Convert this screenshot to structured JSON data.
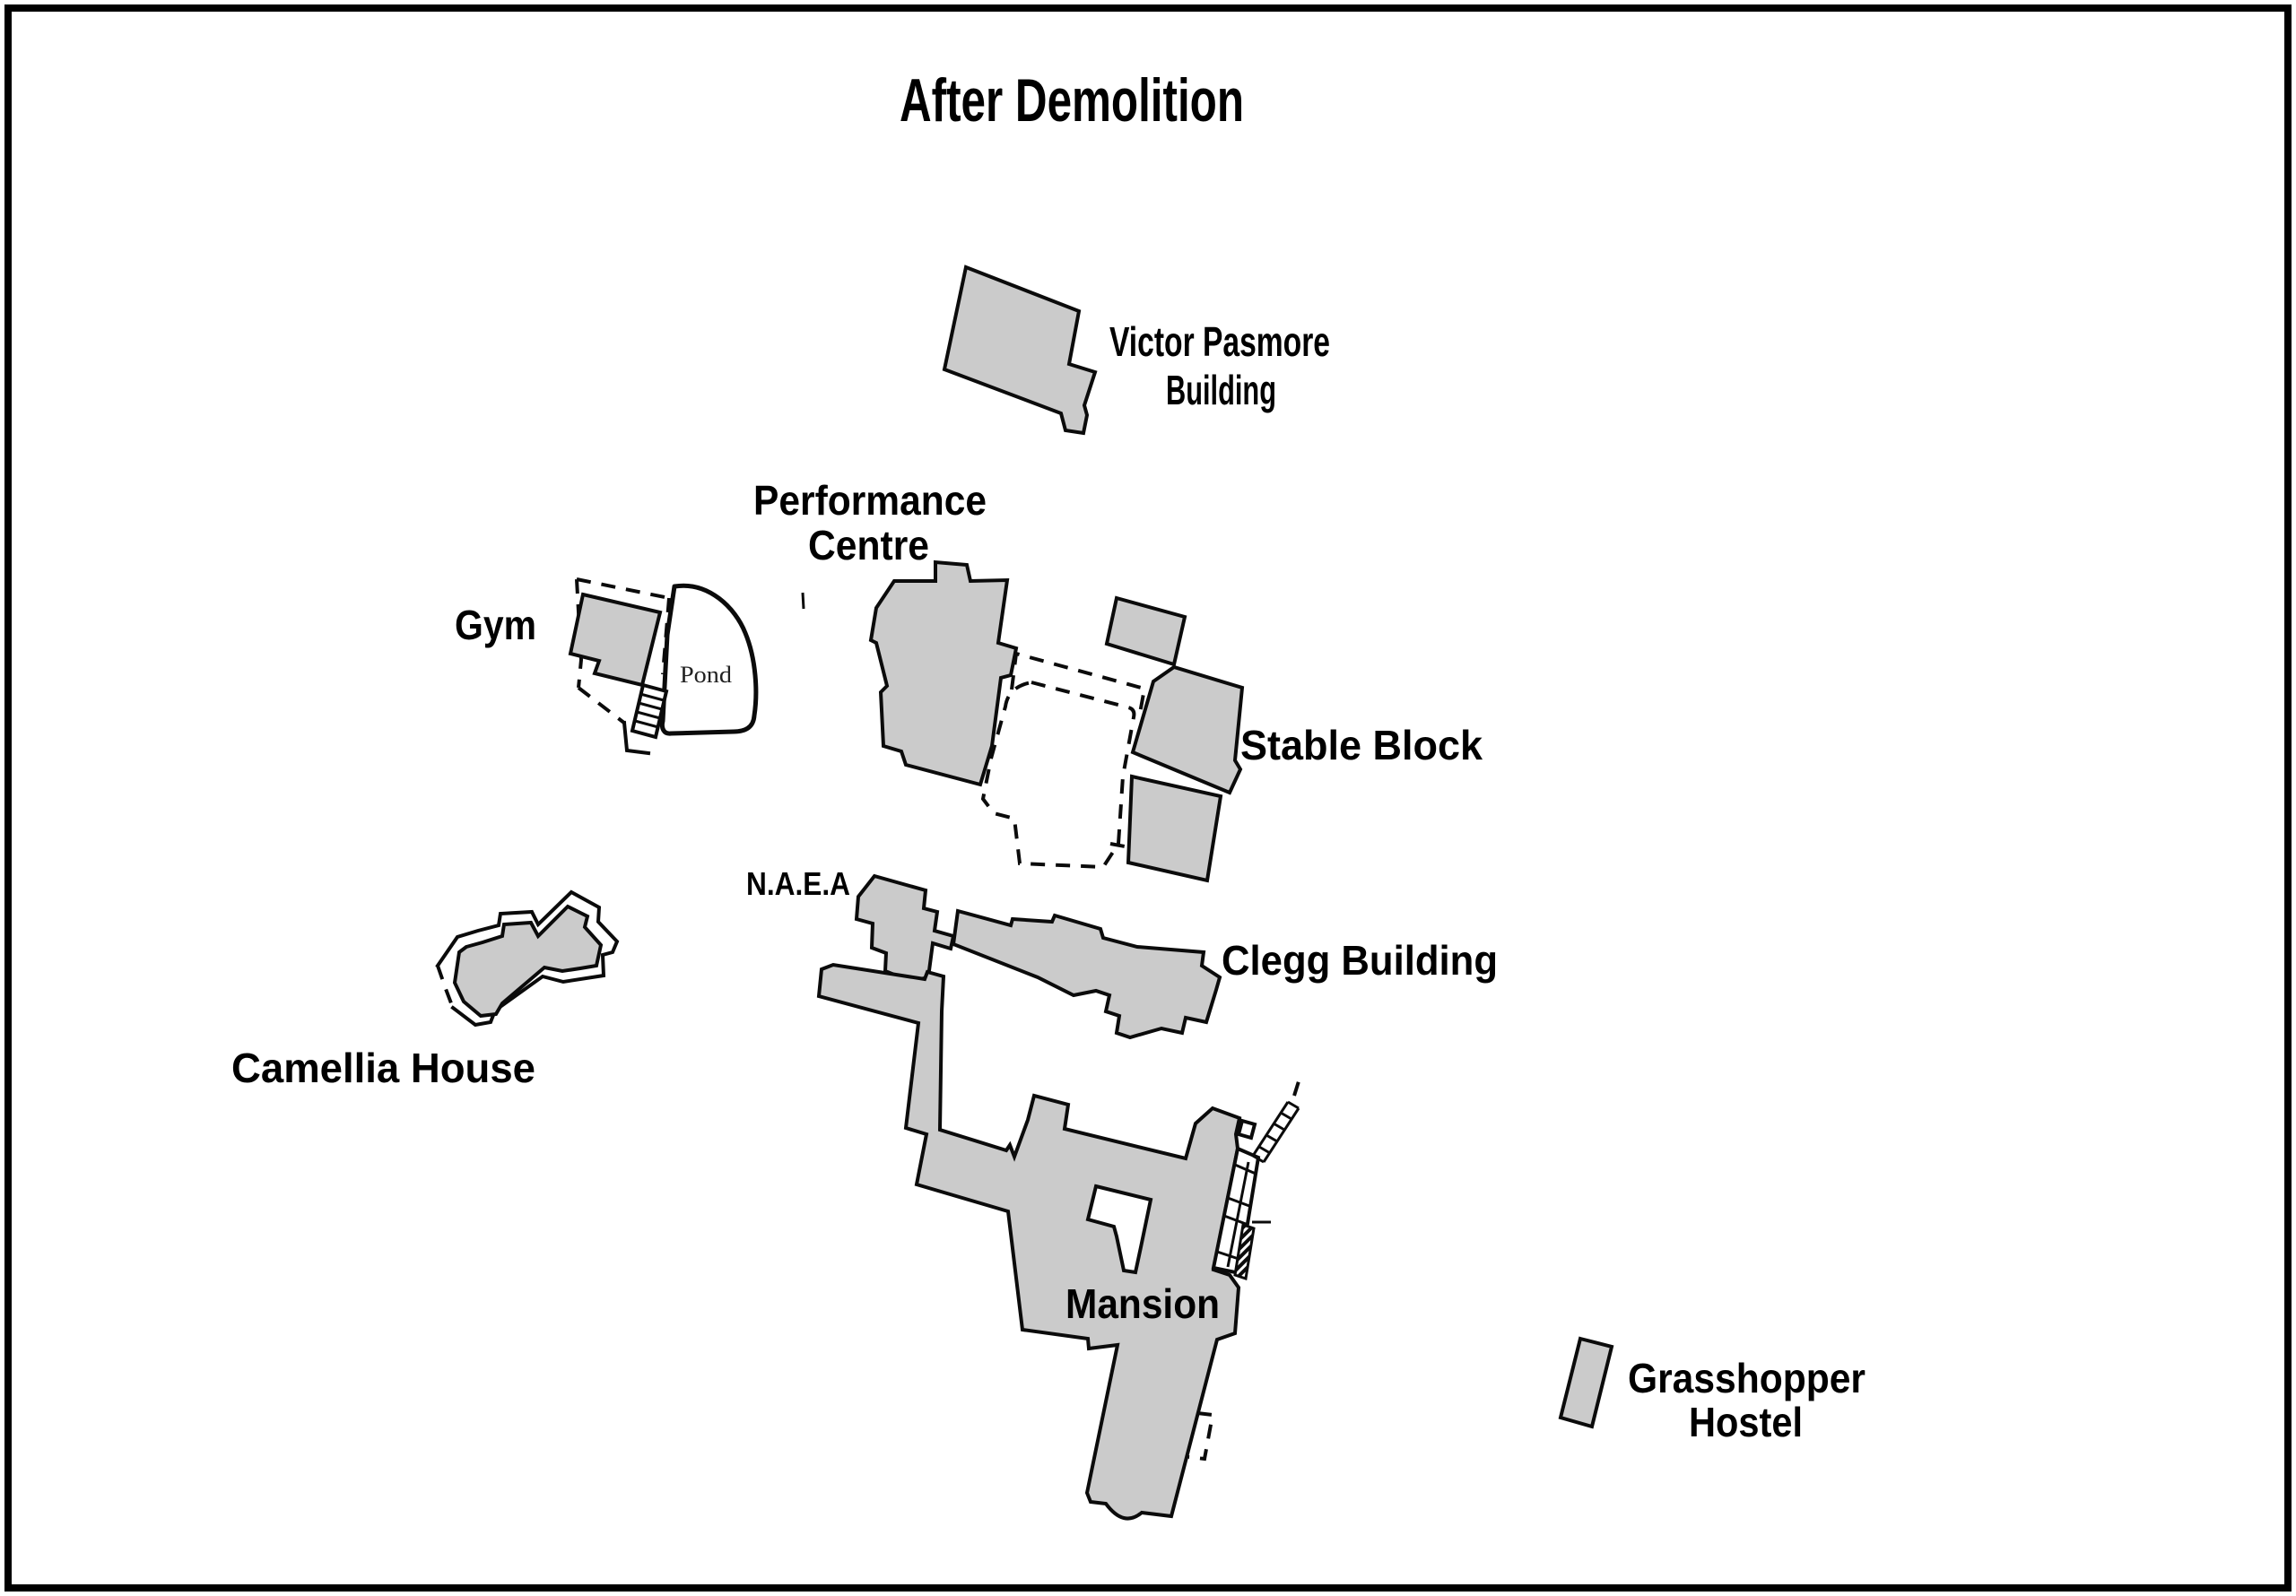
{
  "title": "After Demolition",
  "colors": {
    "building_fill": "#cbcbcb",
    "outline": "#0b0b0b",
    "pond_fill": "#ffffff",
    "background": "#ffffff"
  },
  "labels": {
    "victor_pasmore_line1": "Victor Pasmore",
    "victor_pasmore_line2": "Building",
    "performance_line1": "Performance",
    "performance_line2": "Centre",
    "gym": "Gym",
    "pond": "Pond",
    "stable_block": "Stable Block",
    "naea": "N.A.E.A",
    "clegg": "Clegg Building",
    "camellia": "Camellia House",
    "mansion": "Mansion",
    "grasshopper_line1": "Grasshopper",
    "grasshopper_line2": "Hostel"
  }
}
